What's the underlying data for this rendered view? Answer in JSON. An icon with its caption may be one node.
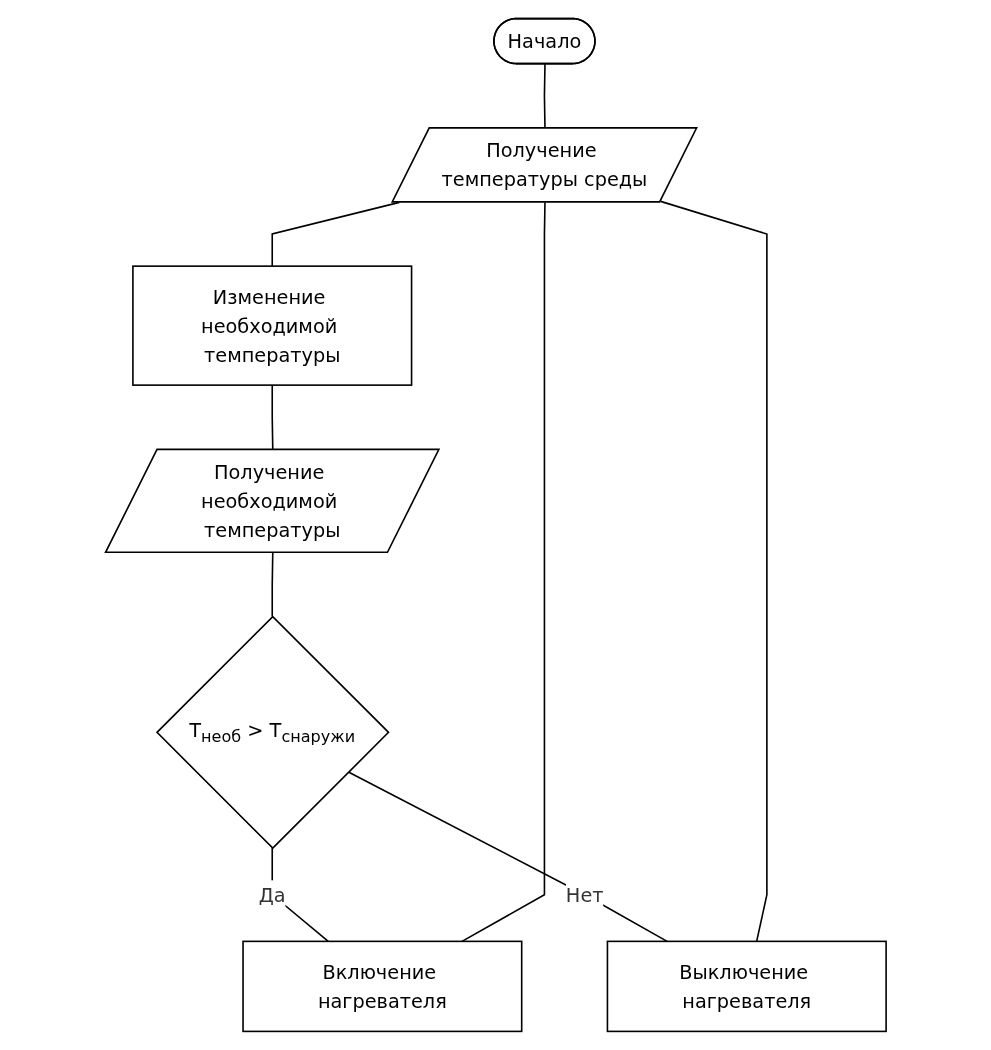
{
  "diagram": {
    "nodes": [
      {
        "text": [
          "Начало"
        ]
      },
      {
        "text": [
          "Получение температуры среды"
        ]
      },
      {
        "text": [
          "Изменение необходимой температуры"
        ]
      },
      {
        "text": [
          "Получение необходимой температуры"
        ]
      },
      {
        "text": [
          "Включение нагревателя"
        ]
      },
      {
        "text": [
          "T$_{необ}$ > T$_{снаружи}$"
        ]
      },
      {
        "text": [
          "Выключение нагревателя"
        ]
      }
    ],
    "edges": [
      {
        "from": 0,
        "to": 1,
        "arrow": "none"
      },
      {
        "from": 1,
        "to": 2,
        "arrow": "none"
      },
      {
        "from": 2,
        "to": 3,
        "arrow": "none"
      },
      {
        "from": 3,
        "to": 5,
        "arrow": "none"
      },
      {
        "from": 5,
        "to": 4,
        "label": "Да",
        "arrow": "none"
      },
      {
        "from": 5,
        "to": 6,
        "label": "Нет",
        "arrow": "none"
      },
      {
        "from": 4,
        "to": 1,
        "arrow": "none"
      },
      {
        "from": 6,
        "to": 1,
        "arrow": "none"
      }
    ]
  }
}
